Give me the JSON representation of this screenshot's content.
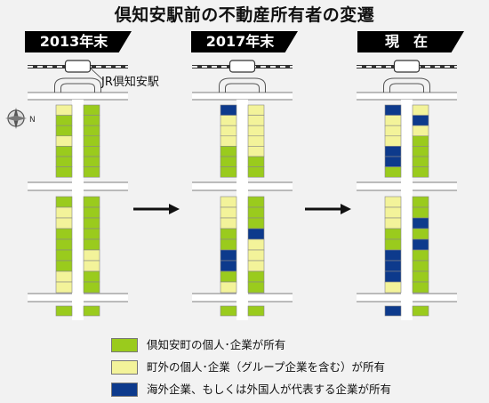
{
  "title": "倶知安駅前の不動産所有者の変遷",
  "panels": [
    {
      "label": "2013年末"
    },
    {
      "label": "2017年末"
    },
    {
      "label": "現　在"
    }
  ],
  "station_label": "JR倶知安駅",
  "compass_label": "N",
  "colors": {
    "local": "#9acb1d",
    "outside": "#f3f39a",
    "foreign": "#0d3a8c",
    "road": "#ffffff",
    "background": "#f2f2f2"
  },
  "legend": [
    {
      "key": "local",
      "text": "倶知安町の個人･企業が所有"
    },
    {
      "key": "outside",
      "text": "町外の個人･企業（グループ企業を含む）が所有"
    },
    {
      "key": "foreign",
      "text": "海外企業、もしくは外国人が代表する企業が所有"
    }
  ],
  "diagram_data": {
    "type": "parcel-map",
    "columns": 2,
    "row_counts": [
      7,
      9,
      1
    ],
    "codes": {
      "L": "local",
      "O": "outside",
      "F": "foreign"
    },
    "panels": [
      {
        "left": [
          [
            "O",
            "L",
            "L",
            "O",
            "L",
            "L",
            "L"
          ],
          [
            "L",
            "O",
            "O",
            "L",
            "L",
            "L",
            "L",
            "O",
            "O"
          ],
          [
            "L"
          ]
        ],
        "right": [
          [
            "L",
            "L",
            "L",
            "L",
            "L",
            "L",
            "L"
          ],
          [
            "L",
            "L",
            "L",
            "L",
            "L",
            "O",
            "O",
            "L",
            "L"
          ],
          [
            "L"
          ]
        ]
      },
      {
        "left": [
          [
            "F",
            "O",
            "O",
            "O",
            "L",
            "L",
            "L"
          ],
          [
            "O",
            "O",
            "O",
            "L",
            "L",
            "F",
            "F",
            "L",
            "O"
          ],
          [
            "L"
          ]
        ],
        "right": [
          [
            "O",
            "O",
            "O",
            "O",
            "O",
            "L",
            "L"
          ],
          [
            "L",
            "L",
            "L",
            "F",
            "O",
            "O",
            "O",
            "L",
            "L"
          ],
          [
            "L"
          ]
        ]
      },
      {
        "left": [
          [
            "F",
            "O",
            "O",
            "O",
            "F",
            "F",
            "L"
          ],
          [
            "O",
            "O",
            "O",
            "L",
            "L",
            "F",
            "F",
            "F",
            "O"
          ],
          [
            "F"
          ]
        ],
        "right": [
          [
            "O",
            "F",
            "O",
            "L",
            "L",
            "L",
            "L"
          ],
          [
            "L",
            "L",
            "F",
            "L",
            "F",
            "L",
            "L",
            "L",
            "L"
          ],
          [
            "L"
          ]
        ]
      }
    ]
  }
}
